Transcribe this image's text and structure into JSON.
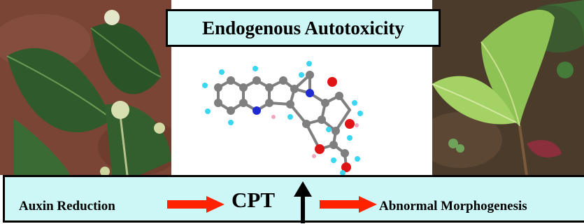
{
  "title": "Endogenous Autotoxicity",
  "flow": {
    "left_label": "Auxin Reduction",
    "center_label": "CPT",
    "right_label": "Abnormal Morphogenesis"
  },
  "images": {
    "left": "tree-leaves-with-flower-heads-photo",
    "center": "camptothecin-molecule-ball-and-stick",
    "right": "seedling-on-soil-photo"
  },
  "colors": {
    "banner_bg": "#cdf7f7",
    "arrow_red": "#ff2200",
    "carbon": "#7f7f7f",
    "hydrogen": "#3ad7f2",
    "nitrogen": "#1f2ad1",
    "oxygen": "#e01414"
  }
}
